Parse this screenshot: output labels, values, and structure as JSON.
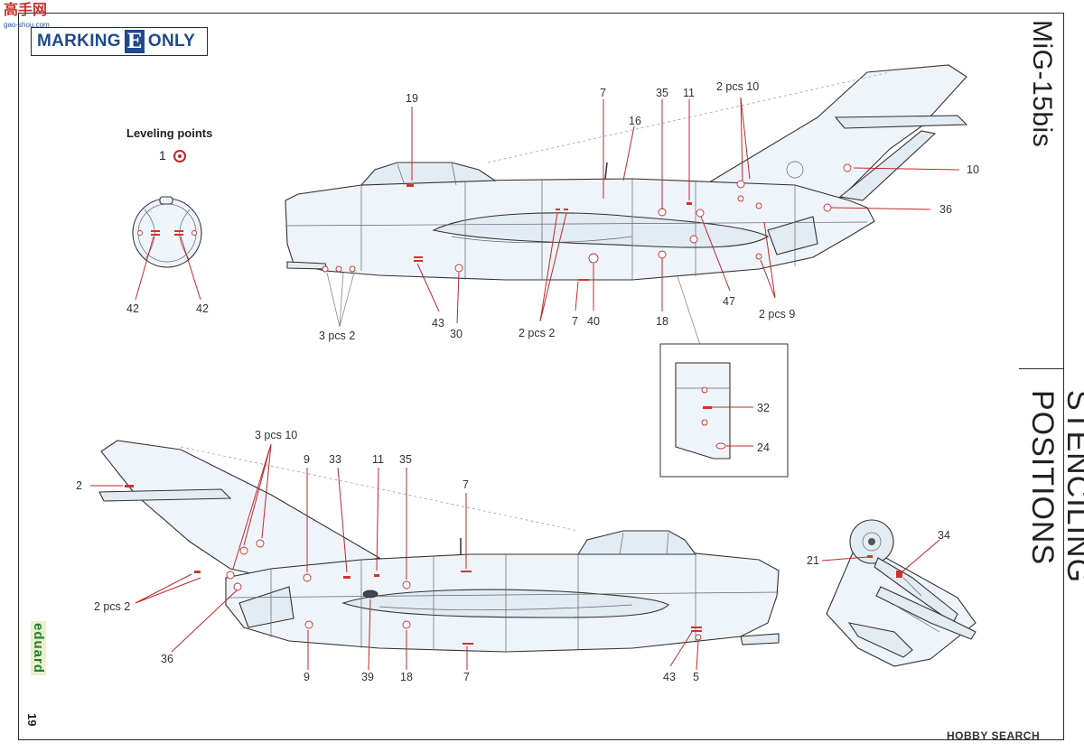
{
  "header": {
    "watermark_top": "高手网",
    "watermark_sub": "gao-shou.com",
    "badge_prefix": "MARKING",
    "badge_letter": "E",
    "badge_suffix": "ONLY"
  },
  "titles": {
    "model": "MiG-15bis",
    "section": "STENCILING POSITIONS"
  },
  "leveling": {
    "title": "Leveling points",
    "number": "1"
  },
  "footer": {
    "brand": "eduard",
    "page_number": "19",
    "watermark": "HOBBY SEARCH"
  },
  "callouts": {
    "top": {
      "c19": "19",
      "c7a": "7",
      "c16": "16",
      "c35": "35",
      "c11": "11",
      "c2pcs10": "2 pcs 10",
      "c10": "10",
      "c36": "36",
      "c47": "47",
      "c2pcs9": "2 pcs 9",
      "c18": "18",
      "c40": "40",
      "c7b": "7",
      "c2pcs2": "2 pcs 2",
      "c30": "30",
      "c43": "43",
      "c3pcs2": "3 pcs 2"
    },
    "detail_round": {
      "c42a": "42",
      "c42b": "42"
    },
    "detail_belly": {
      "c32": "32",
      "c24": "24"
    },
    "bottom": {
      "c3pcs10": "3 pcs 10",
      "c9a": "9",
      "c33": "33",
      "c11": "11",
      "c35": "35",
      "c7a": "7",
      "c2": "2",
      "c2pcs2": "2 pcs 2",
      "c36": "36",
      "c9b": "9",
      "c39": "39",
      "c18": "18",
      "c7b": "7",
      "c43": "43",
      "c5": "5"
    },
    "detail_gear": {
      "c21": "21",
      "c34": "34"
    }
  },
  "colors": {
    "stencil_red": "#d2332c",
    "badge_blue": "#1f4a8c",
    "airframe": "#eef4fa"
  }
}
